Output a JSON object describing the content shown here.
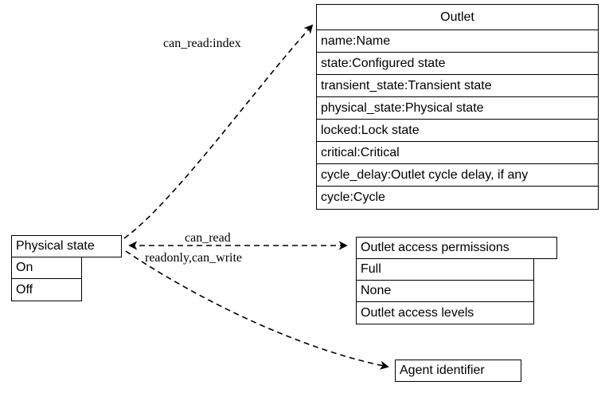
{
  "diagram": {
    "type": "uml-class-relationship-diagram",
    "background_color": "#ffffff",
    "stroke_color": "#000000",
    "text_color": "#000000",
    "nodes": [
      {
        "id": "outlet",
        "title": "Outlet",
        "rows": [
          "name:Name",
          "state:Configured state",
          "transient_state:Transient state",
          "physical_state:Physical state",
          "locked:Lock state",
          "critical:Critical",
          "cycle_delay:Outlet cycle delay, if any",
          "cycle:Cycle"
        ]
      },
      {
        "id": "physical-state",
        "title": "Physical state",
        "rows": [
          "On",
          "Off"
        ]
      },
      {
        "id": "outlet-access-permissions",
        "title": "Outlet access permissions",
        "rows": [
          "Full",
          "None",
          "Outlet access levels"
        ]
      },
      {
        "id": "agent-identifier",
        "title": "Agent identifier",
        "rows": []
      }
    ],
    "edges": [
      {
        "id": "edge-can-read-index",
        "label": "can_read:index",
        "from": "physical-state",
        "to": "outlet",
        "style": "dashed",
        "arrow_start": false,
        "arrow_end": true
      },
      {
        "id": "edge-can-read",
        "label": "can_read",
        "from": "physical-state",
        "to": "outlet-access-permissions",
        "style": "dashed",
        "arrow_start": true,
        "arrow_end": true
      },
      {
        "id": "edge-readonly-can-write",
        "label": "readonly,can_write",
        "from": "physical-state",
        "to": "agent-identifier",
        "style": "dashed",
        "arrow_start": false,
        "arrow_end": true
      }
    ]
  }
}
